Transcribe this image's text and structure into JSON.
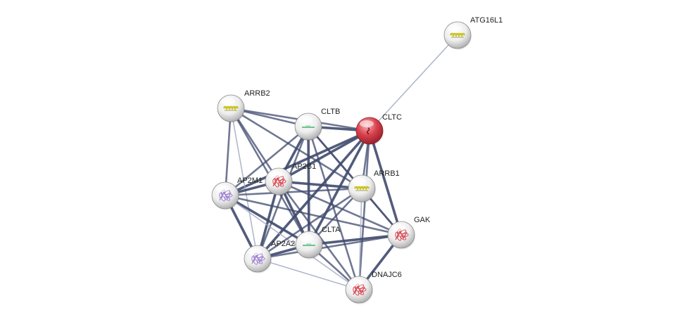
{
  "network": {
    "colors": {
      "highlight": "#d9404c",
      "node": "#e6e6e6",
      "edge_strong": "#3f4a6e",
      "edge_weak": "#a3acc4"
    },
    "nodes": [
      {
        "id": "ATG16L1",
        "label": "ATG16L1",
        "highlight": false,
        "structure": "helix-yellow"
      },
      {
        "id": "CLTC",
        "label": "CLTC",
        "highlight": true,
        "structure": "small-red"
      },
      {
        "id": "ARRB2",
        "label": "ARRB2",
        "highlight": false,
        "structure": "helix-yellow"
      },
      {
        "id": "CLTB",
        "label": "CLTB",
        "highlight": false,
        "structure": "thin-green"
      },
      {
        "id": "AP2B1",
        "label": "AP2B1",
        "highlight": false,
        "structure": "coil-red"
      },
      {
        "id": "AP2M1",
        "label": "AP2M1",
        "highlight": false,
        "structure": "coil-purple"
      },
      {
        "id": "ARRB1",
        "label": "ARRB1",
        "highlight": false,
        "structure": "helix-yellow"
      },
      {
        "id": "GAK",
        "label": "GAK",
        "highlight": false,
        "structure": "coil-red"
      },
      {
        "id": "CLTA",
        "label": "CLTA",
        "highlight": false,
        "structure": "thin-green"
      },
      {
        "id": "AP2A2",
        "label": "AP2A2",
        "highlight": false,
        "structure": "coil-purple"
      },
      {
        "id": "DNAJC6",
        "label": "DNAJC6",
        "highlight": false,
        "structure": "coil-red"
      }
    ],
    "edges": [
      [
        "ATG16L1",
        "CLTC",
        1
      ],
      [
        "CLTC",
        "CLTB",
        3
      ],
      [
        "CLTC",
        "ARRB2",
        2
      ],
      [
        "CLTC",
        "AP2B1",
        3
      ],
      [
        "CLTC",
        "AP2M1",
        3
      ],
      [
        "CLTC",
        "ARRB1",
        2
      ],
      [
        "CLTC",
        "GAK",
        3
      ],
      [
        "CLTC",
        "CLTA",
        3
      ],
      [
        "CLTC",
        "AP2A2",
        3
      ],
      [
        "CLTC",
        "DNAJC6",
        2
      ],
      [
        "ARRB2",
        "CLTB",
        2
      ],
      [
        "ARRB2",
        "AP2B1",
        2
      ],
      [
        "ARRB2",
        "AP2M1",
        2
      ],
      [
        "ARRB2",
        "ARRB1",
        2
      ],
      [
        "ARRB2",
        "CLTA",
        2
      ],
      [
        "ARRB2",
        "AP2A2",
        1
      ],
      [
        "CLTB",
        "AP2B1",
        3
      ],
      [
        "CLTB",
        "AP2M1",
        2
      ],
      [
        "CLTB",
        "ARRB1",
        2
      ],
      [
        "CLTB",
        "CLTA",
        3
      ],
      [
        "CLTB",
        "AP2A2",
        2
      ],
      [
        "CLTB",
        "GAK",
        2
      ],
      [
        "CLTB",
        "DNAJC6",
        2
      ],
      [
        "AP2B1",
        "AP2M1",
        3
      ],
      [
        "AP2B1",
        "ARRB1",
        3
      ],
      [
        "AP2B1",
        "CLTA",
        3
      ],
      [
        "AP2B1",
        "AP2A2",
        3
      ],
      [
        "AP2B1",
        "GAK",
        2
      ],
      [
        "AP2B1",
        "DNAJC6",
        2
      ],
      [
        "AP2M1",
        "ARRB1",
        2
      ],
      [
        "AP2M1",
        "CLTA",
        3
      ],
      [
        "AP2M1",
        "AP2A2",
        3
      ],
      [
        "AP2M1",
        "GAK",
        2
      ],
      [
        "AP2M1",
        "DNAJC6",
        1
      ],
      [
        "ARRB1",
        "GAK",
        2
      ],
      [
        "ARRB1",
        "CLTA",
        2
      ],
      [
        "ARRB1",
        "AP2A2",
        2
      ],
      [
        "ARRB1",
        "DNAJC6",
        1
      ],
      [
        "GAK",
        "CLTA",
        3
      ],
      [
        "GAK",
        "AP2A2",
        2
      ],
      [
        "GAK",
        "DNAJC6",
        3
      ],
      [
        "CLTA",
        "AP2A2",
        3
      ],
      [
        "CLTA",
        "DNAJC6",
        2
      ],
      [
        "AP2A2",
        "DNAJC6",
        1
      ]
    ]
  }
}
